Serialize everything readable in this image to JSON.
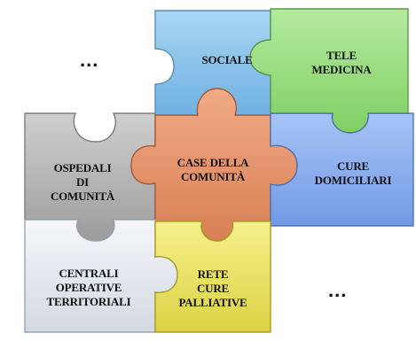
{
  "pieces": {
    "sociale": {
      "lines": [
        "SOCIALE"
      ],
      "color": "#8ec6ec"
    },
    "telemedicina": {
      "lines": [
        "TELE",
        "MEDICINA"
      ],
      "color": "#9fdc8a"
    },
    "ospedali": {
      "lines": [
        "OSPEDALI",
        "DI",
        "COMUNITÀ"
      ],
      "color": "#b9b9b9"
    },
    "case": {
      "lines": [
        "CASE DELLA",
        "COMUNITÀ"
      ],
      "color": "#e6956c"
    },
    "cure_domiciliari": {
      "lines": [
        "CURE",
        "DOMICILIARI"
      ],
      "color": "#8fb3ee"
    },
    "centrali": {
      "lines": [
        "CENTRALI",
        "OPERATIVE",
        "TERRITORIALI"
      ],
      "color": "#e9ecf1"
    },
    "rete": {
      "lines": [
        "RETE",
        "CURE",
        "PALLIATIVE"
      ],
      "color": "#ede56a"
    }
  },
  "ellipsis_top": "...",
  "ellipsis_bottom": "..."
}
